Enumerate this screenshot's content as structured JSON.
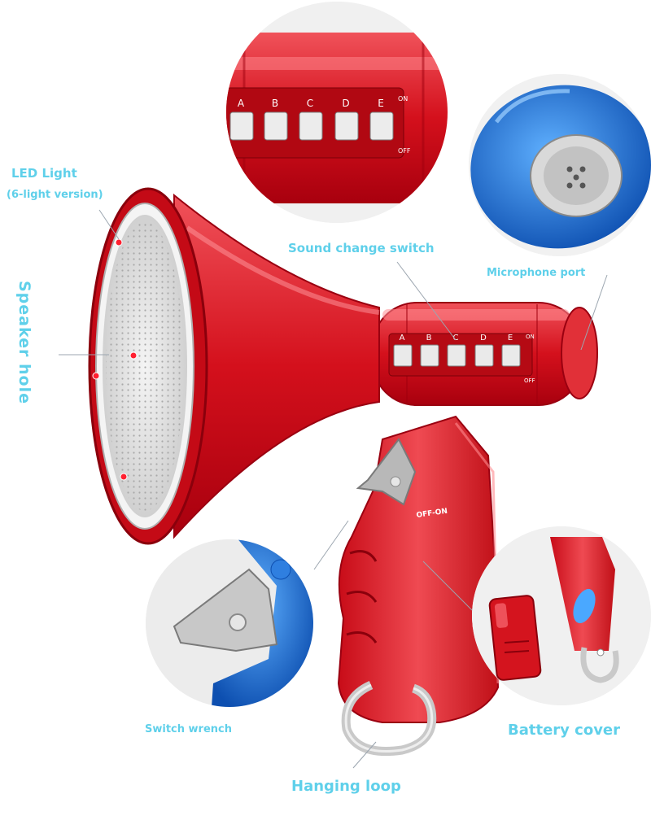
{
  "labels": {
    "led_light": "LED Light",
    "led_version": "(6-light version)",
    "sound_change_switch": "Sound change switch",
    "microphone_port": "Microphone port",
    "speaker_hole": "Speaker hole",
    "switch_wrench": "Switch wrench",
    "battery_cover": "Battery cover",
    "hanging_loop": "Hanging loop"
  },
  "switch_letters": [
    "A",
    "B",
    "C",
    "D",
    "E"
  ],
  "switch_state_on": "ON",
  "switch_state_off": "OFF",
  "handle_marking": "OFF-ON",
  "colors": {
    "label_cyan": "#5fd0ea",
    "body_red": "#d8202a",
    "accent_blue": "#2a7fd8",
    "grille_gray": "#e2e2e2",
    "loop_gray": "#c9c9c9"
  }
}
